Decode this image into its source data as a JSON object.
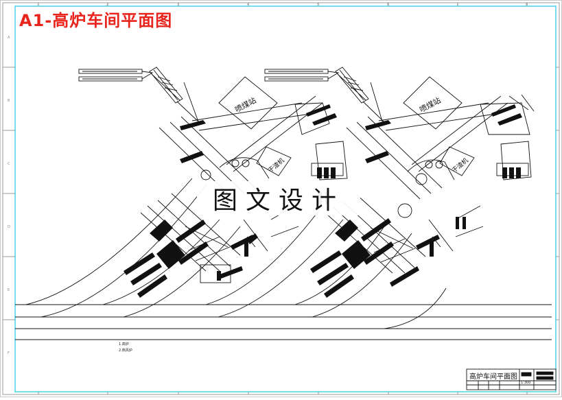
{
  "sheet": {
    "headline": "A1-高炉车间平面图",
    "watermark": "图文设计",
    "border_color": "#38d0e8",
    "drawing_color": "#111111",
    "headline_color": "#e8241c",
    "col_markers": [
      "1",
      "2",
      "3",
      "4",
      "5",
      "6",
      "7",
      "8"
    ],
    "row_markers": [
      "A",
      "B",
      "C",
      "D",
      "E",
      "F"
    ]
  },
  "labels": {
    "plant_left": "喷煤站",
    "plant_right": "喷煤站",
    "dryer_left": "干渣机",
    "dryer_right": "干渣机",
    "legend_1": "1.高炉",
    "legend_2": "2.热风炉"
  },
  "title_block": {
    "title": "高炉车间平面图",
    "scale": "1:300"
  }
}
